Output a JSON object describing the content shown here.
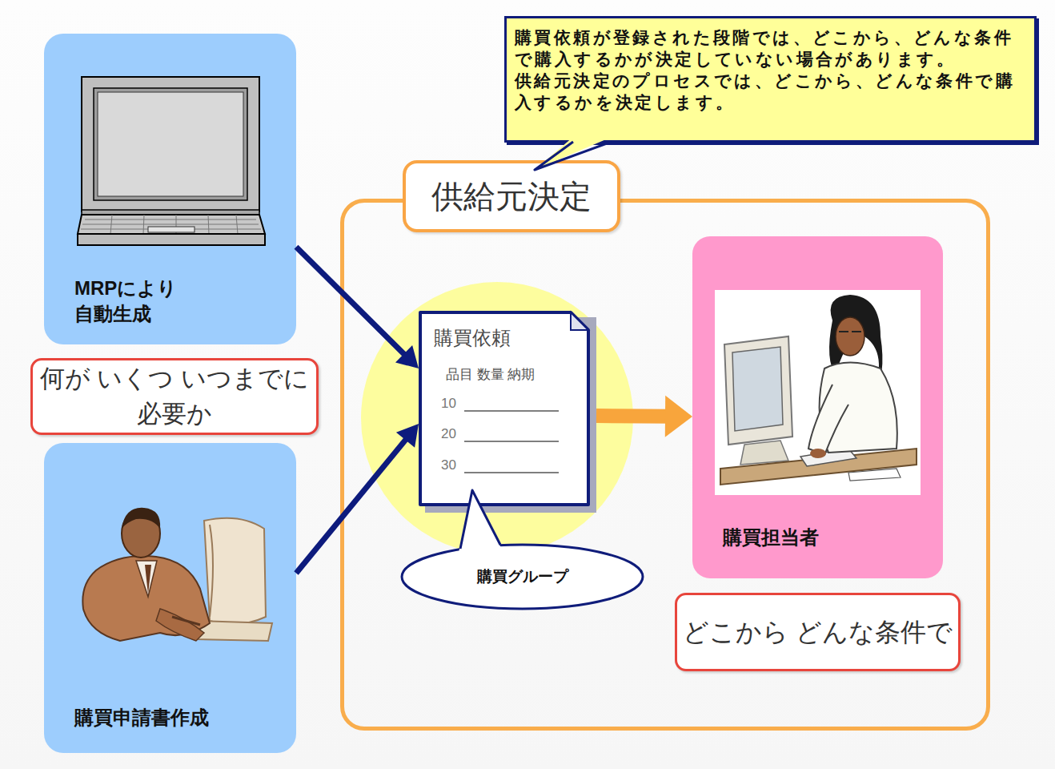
{
  "diagram": {
    "nodes": [
      {
        "text": [
          "購買依頼が登録された段階では、どこから、どんな条件で購入するかが決定していない場合があります。",
          "供給元決定のプロセスでは、どこから、どんな条件で購入するかを決定します。"
        ]
      },
      {
        "text": [
          "MRPにより 自動生成"
        ]
      },
      {
        "text": [
          "何が いくつ いつまでに 必要か"
        ]
      },
      {
        "text": [
          "購買申請書作成"
        ]
      },
      {
        "text": [
          "供給元決定"
        ]
      },
      {
        "text": [
          "購買依頼",
          "品目 数量 納期",
          "10",
          "20",
          "30"
        ],
        "in": 4
      },
      {
        "text": [
          "購買グループ"
        ],
        "in": 4
      },
      {
        "text": [
          "購買担当者"
        ],
        "in": 4
      },
      {
        "text": [
          "どこから どんな条件で"
        ],
        "in": 4
      }
    ],
    "edges": [
      {
        "from": 1,
        "to": 5,
        "arrow": "to"
      },
      {
        "from": 3,
        "to": 5,
        "arrow": "to"
      },
      {
        "from": 5,
        "to": 7,
        "arrow": "to"
      }
    ]
  }
}
